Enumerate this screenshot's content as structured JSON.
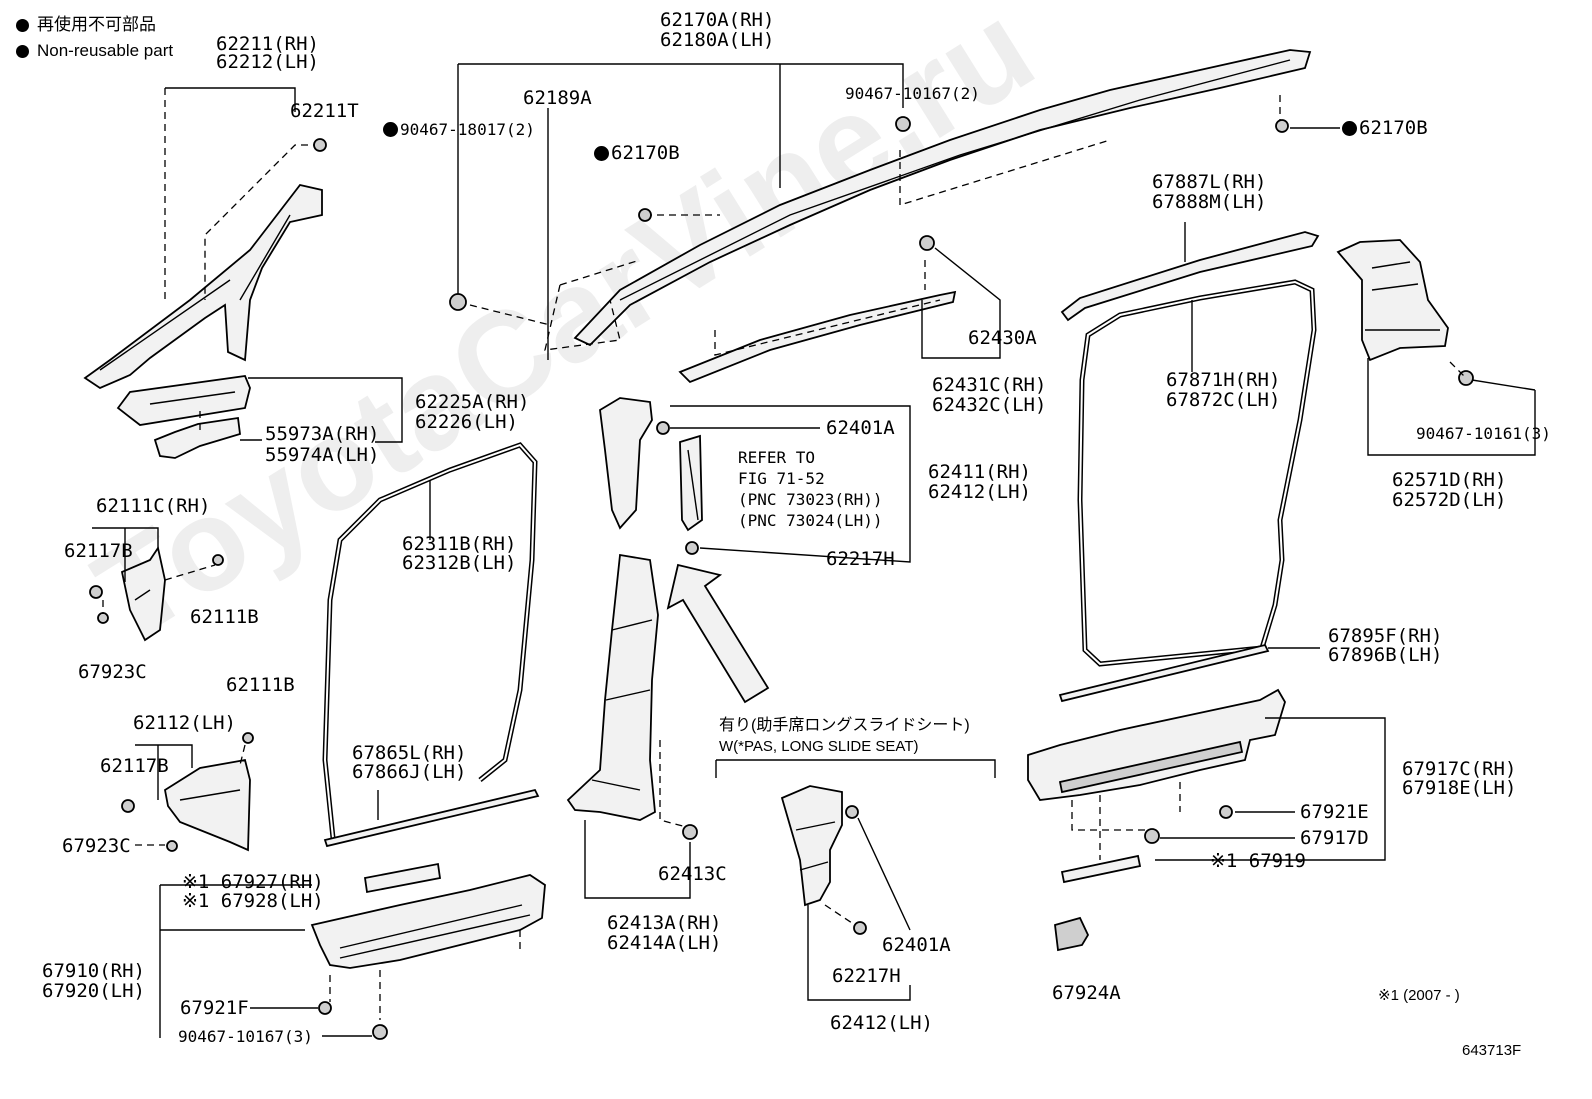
{
  "legend": {
    "jp": "再使用不可部品",
    "en": "Non-reusable part"
  },
  "labels": {
    "l62211": "62211(RH)",
    "l62212": "62212(LH)",
    "l62211T": "62211T",
    "l62170A": "62170A(RH)",
    "l62180A": "62180A(LH)",
    "l62189A": "62189A",
    "l90467_18017": "90467-18017(2)",
    "l62170B_a": "62170B",
    "l90467_10167_2": "90467-10167(2)",
    "l62170B_b": "62170B",
    "l67887L": "67887L(RH)",
    "l67888M": "67888M(LH)",
    "l62430A": "62430A",
    "l62431C": "62431C(RH)",
    "l62432C": "62432C(LH)",
    "l62225A": "62225A(RH)",
    "l62226": "62226(LH)",
    "l55973A": "55973A(RH)",
    "l55974A": "55974A(LH)",
    "l67871H": "67871H(RH)",
    "l67872C": "67872C(LH)",
    "l62401A_a": "62401A",
    "l62411": "62411(RH)",
    "l62412_a": "62412(LH)",
    "l90467_10161": "90467-10161(3)",
    "l62571D": "62571D(RH)",
    "l62572D": "62572D(LH)",
    "refer1": "REFER TO",
    "refer2": "FIG 71-52",
    "refer3": "(PNC 73023(RH))",
    "refer4": "(PNC 73024(LH))",
    "l62217H_a": "62217H",
    "l62111C": "62111C(RH)",
    "l62117B_a": "62117B",
    "l62111B_a": "62111B",
    "l67923C_a": "67923C",
    "l62311B": "62311B(RH)",
    "l62312B": "62312B(LH)",
    "l67895F": "67895F(RH)",
    "l67896B": "67896B(LH)",
    "l62111B_b": "62111B",
    "l62112": "62112(LH)",
    "l62117B_b": "62117B",
    "l67923C_b": "67923C",
    "l67865L": "67865L(RH)",
    "l67866J": "67866J(LH)",
    "note_jp": "有り(助手席ロングスライドシート)",
    "note_en": "W(*PAS, LONG SLIDE SEAT)",
    "l67917C": "67917C(RH)",
    "l67918E": "67918E(LH)",
    "l67921E": "67921E",
    "l67917D": "67917D",
    "l67919": "※1 67919",
    "l62413C": "62413C",
    "l67927": "※1 67927(RH)",
    "l67928": "※1 67928(LH)",
    "l67910": "67910(RH)",
    "l67920": "67920(LH)",
    "l67921F": "67921F",
    "l90467_10167_3": "90467-10167(3)",
    "l62413A": "62413A(RH)",
    "l62414A": "62414A(LH)",
    "l62401A_b": "62401A",
    "l62217H_b": "62217H",
    "l62412_b": "62412(LH)",
    "l67924A": "67924A",
    "footnote": "※1 (2007 -     )",
    "fig_id": "643713F"
  },
  "watermark": "ToyotaCarVine.ru",
  "colors": {
    "line": "#000000",
    "part_fill": "#f2f2f2",
    "watermark": "#eeeeee"
  },
  "icons": {
    "non_reusable_marker": "filled-circle-icon"
  }
}
